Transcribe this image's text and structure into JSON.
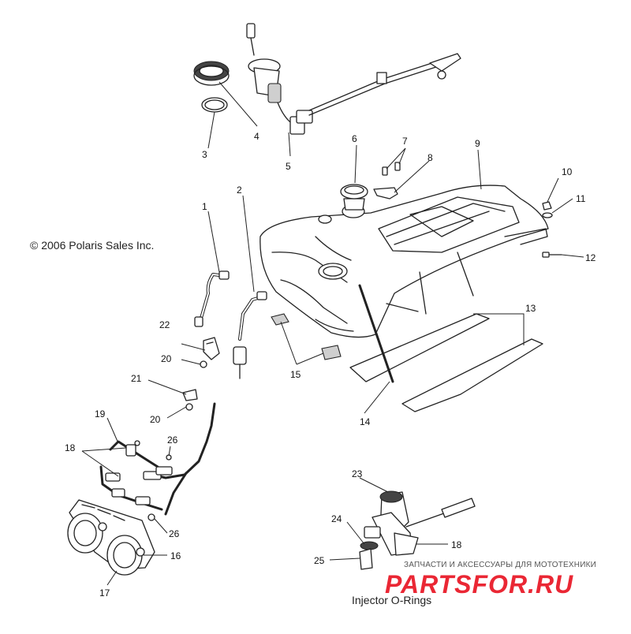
{
  "copyright": "© 2006 Polaris Sales Inc.",
  "caption": "Injector O-Rings",
  "watermark": {
    "tagline": "ЗАПЧАСТИ И АКСЕССУАРЫ ДЛЯ МОТОТЕХНИКИ",
    "logo_text": "PARTSFOR.RU",
    "logo_color": "#e8101f"
  },
  "callouts": {
    "c1": "1",
    "c2": "2",
    "c3": "3",
    "c4": "4",
    "c5": "5",
    "c6": "6",
    "c7": "7",
    "c8": "8",
    "c9": "9",
    "c10": "10",
    "c11": "11",
    "c12": "12",
    "c13": "13",
    "c14": "14",
    "c15": "15",
    "c16": "16",
    "c17": "17",
    "c18a": "18",
    "c18b": "18",
    "c19": "19",
    "c20a": "20",
    "c20b": "20",
    "c21": "21",
    "c22": "22",
    "c23": "23",
    "c24": "24",
    "c25": "25",
    "c26a": "26",
    "c26b": "26"
  }
}
